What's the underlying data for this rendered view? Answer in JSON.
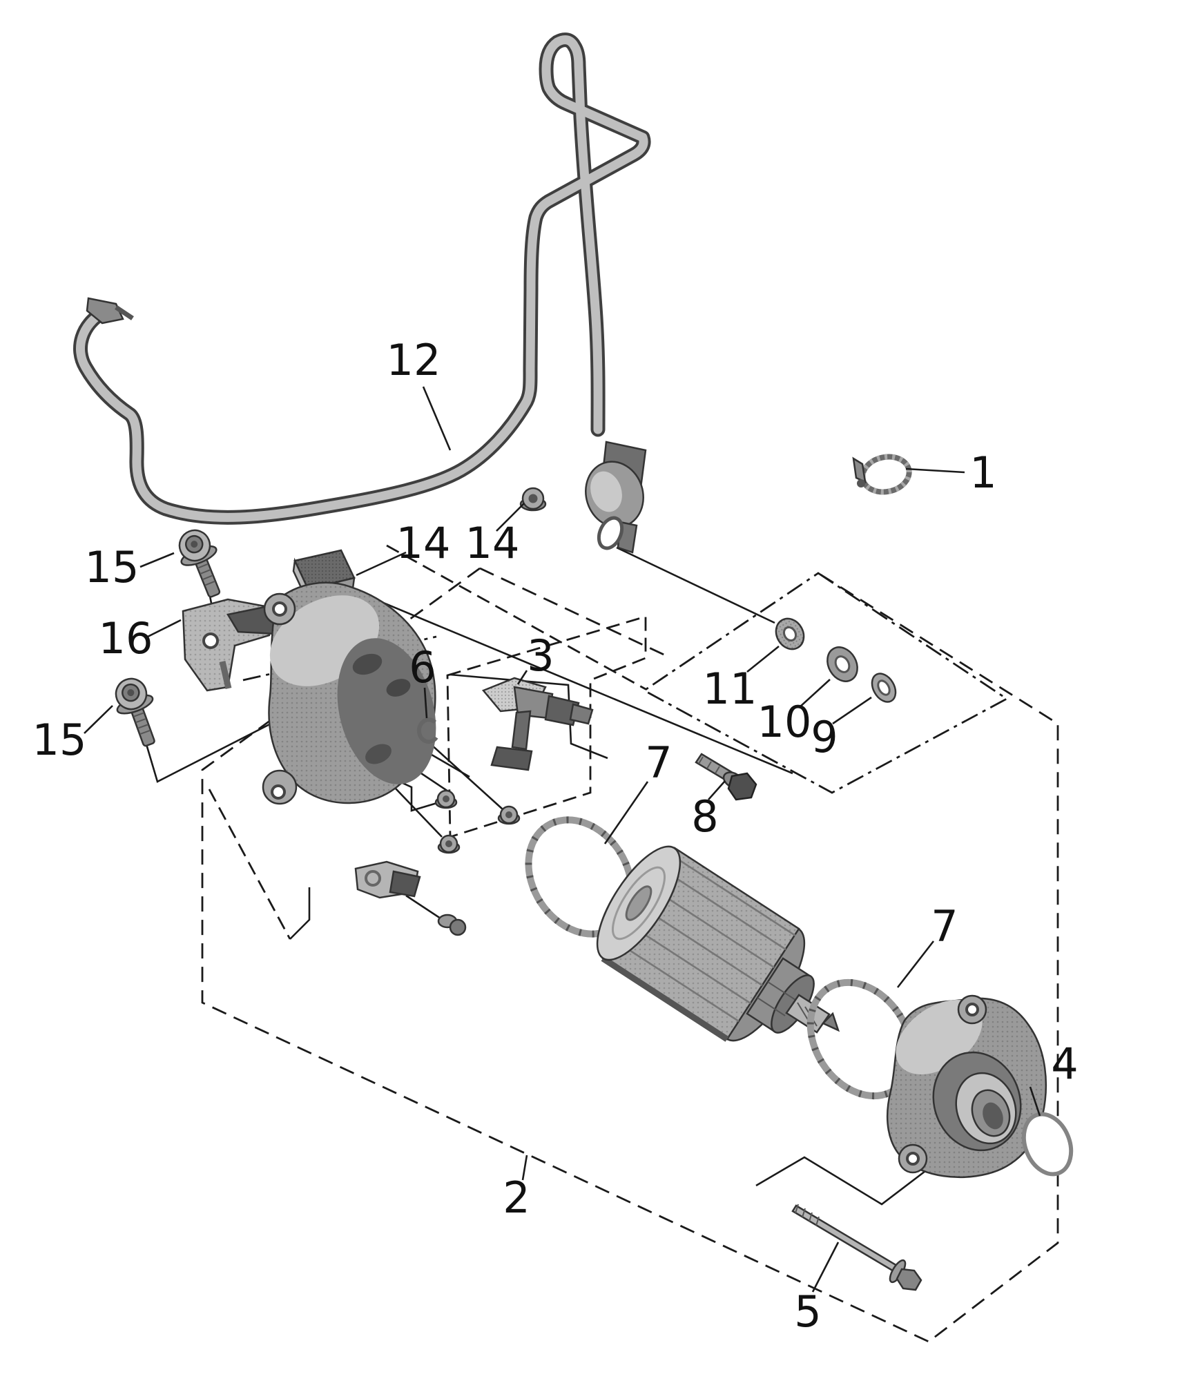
{
  "diagram": {
    "kind": "exploded-parts-diagram",
    "subject": "starter motor and starter cable",
    "background_color": "#ffffff",
    "line_color": "#1a1a1a",
    "render_style": "monochrome halftone line art"
  },
  "callouts": [
    {
      "key": "1",
      "label": "1",
      "part": "wire-clamp"
    },
    {
      "key": "2",
      "label": "2",
      "part": "starter-motor-assembly-boundary"
    },
    {
      "key": "3",
      "label": "3",
      "part": "brush-set"
    },
    {
      "key": "4",
      "label": "4",
      "part": "o-ring-small"
    },
    {
      "key": "5",
      "label": "5",
      "part": "through-bolt"
    },
    {
      "key": "6",
      "label": "6",
      "part": "retaining-clip"
    },
    {
      "key": "7a",
      "label": "7",
      "part": "o-ring-large"
    },
    {
      "key": "7b",
      "label": "7",
      "part": "o-ring-large"
    },
    {
      "key": "8",
      "label": "8",
      "part": "terminal-bolt"
    },
    {
      "key": "9",
      "label": "9",
      "part": "washer-small"
    },
    {
      "key": "10",
      "label": "10",
      "part": "washer"
    },
    {
      "key": "11",
      "label": "11",
      "part": "terminal-nut"
    },
    {
      "key": "12",
      "label": "12",
      "part": "starter-cable"
    },
    {
      "key": "14a",
      "label": "14",
      "part": "terminal-cover-pad"
    },
    {
      "key": "14b",
      "label": "14",
      "part": "cable-end-nut"
    },
    {
      "key": "15a",
      "label": "15",
      "part": "flange-bolt"
    },
    {
      "key": "15b",
      "label": "15",
      "part": "flange-bolt"
    },
    {
      "key": "16",
      "label": "16",
      "part": "cable-holder-bracket"
    }
  ]
}
